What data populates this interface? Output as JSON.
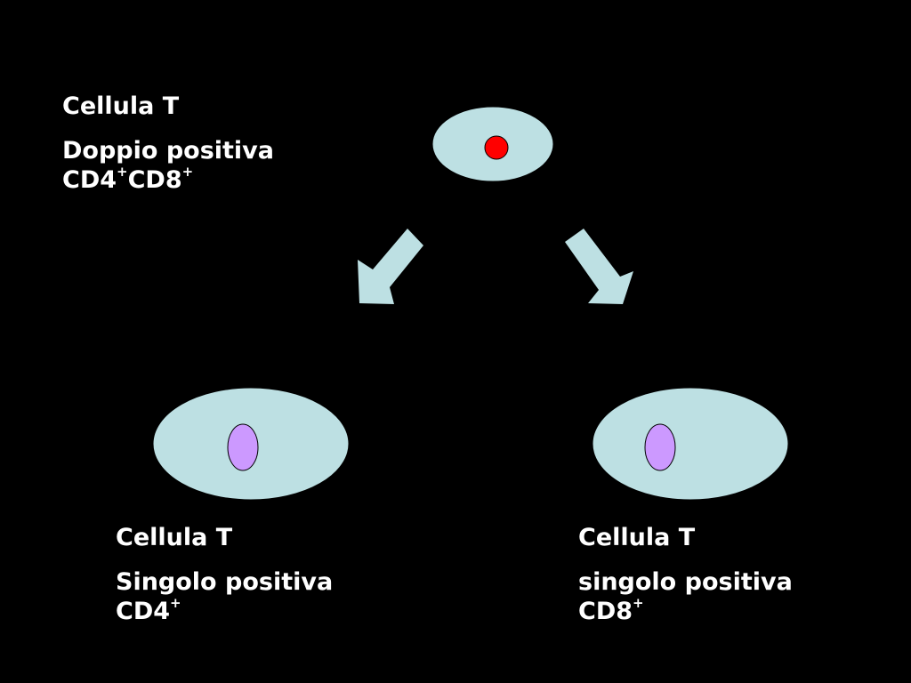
{
  "colors": {
    "background": "#000000",
    "cell_body": "#bde0e3",
    "arrow": "#bde0e3",
    "nucleus_double_positive": "#ff0000",
    "nucleus_single_positive": "#cc99ff",
    "text": "#ffffff"
  },
  "top_cell": {
    "title": "Cellula T",
    "subtitle": "Doppio positiva",
    "marker_a": "CD4",
    "marker_a_sup": "+",
    "marker_b": "CD8",
    "marker_b_sup": "+"
  },
  "left_cell": {
    "title": "Cellula T",
    "subtitle": "Singolo positiva",
    "marker": "CD4",
    "marker_sup": "+"
  },
  "right_cell": {
    "title": "Cellula T",
    "subtitle": "singolo positiva",
    "marker": "CD8",
    "marker_sup": "+"
  }
}
